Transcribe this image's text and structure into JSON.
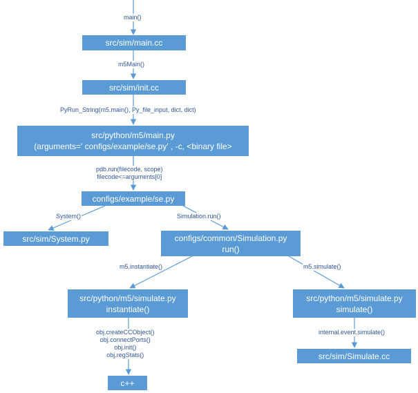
{
  "colors": {
    "box": "#5b9bd5",
    "box_text": "#ffffff",
    "edge": "#5b9bd5",
    "label_text": "#2f5597"
  },
  "nodes": {
    "main_cc": "src/sim/main.cc",
    "init_cc": "src/sim/init.cc",
    "main_py": {
      "line1": "src/python/m5/main.py",
      "line2": "(arguments=' configs/example/se.py' , -c, <binary file>"
    },
    "se_py": "configs/example/se.py",
    "system_py": "src/sim/System.py",
    "simulation_py": {
      "line1": "configs/common/Simulation.py",
      "line2": "run()"
    },
    "simulate_instantiate": {
      "line1": "src/python/m5/simulate.py",
      "line2": "instantiate()"
    },
    "simulate_simulate": {
      "line1": "src/python/m5/simulate.py",
      "line2": "simulate()"
    },
    "cpp": "c++",
    "simulate_cc": "src/sim/Simulate.cc"
  },
  "edges": {
    "main": "main()",
    "m5main": "m5Main()",
    "pyrun": "PyRun_String(m5.main(), Py_file_input, dict, dict)",
    "pdb_run": {
      "line1": "pdb.run(filecode, scope)",
      "line2": "filecode<=arguments[0]"
    },
    "system": "System()",
    "simulation_run": "Simulation.run()",
    "instantiate": "m5.instantiate()",
    "simulate": "m5.simulate()",
    "obj_calls": {
      "line1": "obj.createCCObject()",
      "line2": "obj.connectPorts()",
      "line3": "obj.init()",
      "line4": "obj.regStats()"
    },
    "internal_simulate": "internal.event.simulate()"
  }
}
